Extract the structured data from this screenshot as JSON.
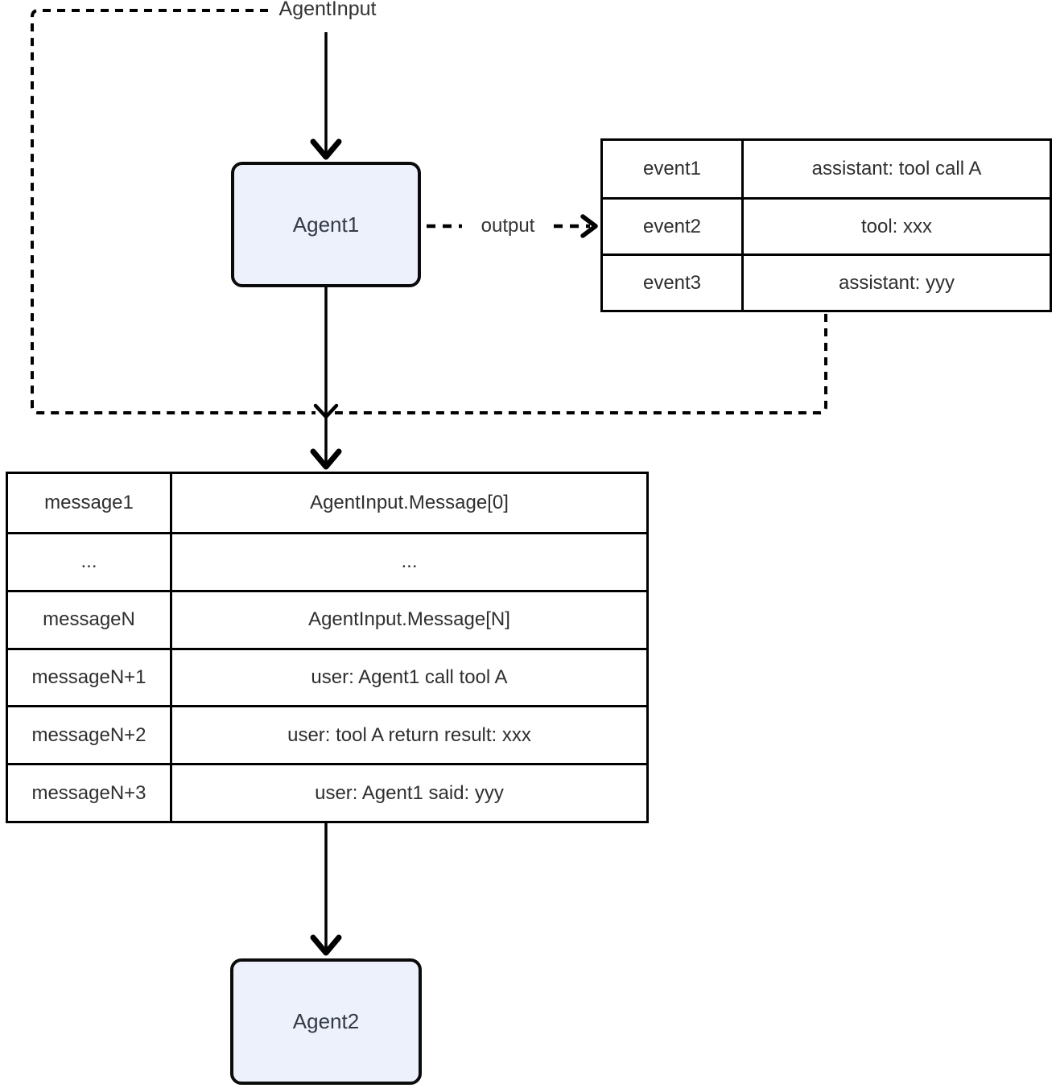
{
  "labels": {
    "agent_input": "AgentInput",
    "output": "output"
  },
  "nodes": {
    "agent1": "Agent1",
    "agent2": "Agent2"
  },
  "event_table": {
    "rows": [
      {
        "key": "event1",
        "value": "assistant: tool call A"
      },
      {
        "key": "event2",
        "value": "tool: xxx"
      },
      {
        "key": "event3",
        "value": "assistant: yyy"
      }
    ]
  },
  "message_table": {
    "rows": [
      {
        "key": "message1",
        "value": "AgentInput.Message[0]"
      },
      {
        "key": "...",
        "value": "..."
      },
      {
        "key": "messageN",
        "value": "AgentInput.Message[N]"
      },
      {
        "key": "messageN+1",
        "value": "user: Agent1 call tool A"
      },
      {
        "key": "messageN+2",
        "value": "user: tool A return result: xxx"
      },
      {
        "key": "messageN+3",
        "value": "user: Agent1 said: yyy"
      }
    ]
  },
  "colors": {
    "node_fill": "#edf1fb",
    "node_border": "#0b0b0b",
    "line": "#000000",
    "text": "#333333"
  }
}
